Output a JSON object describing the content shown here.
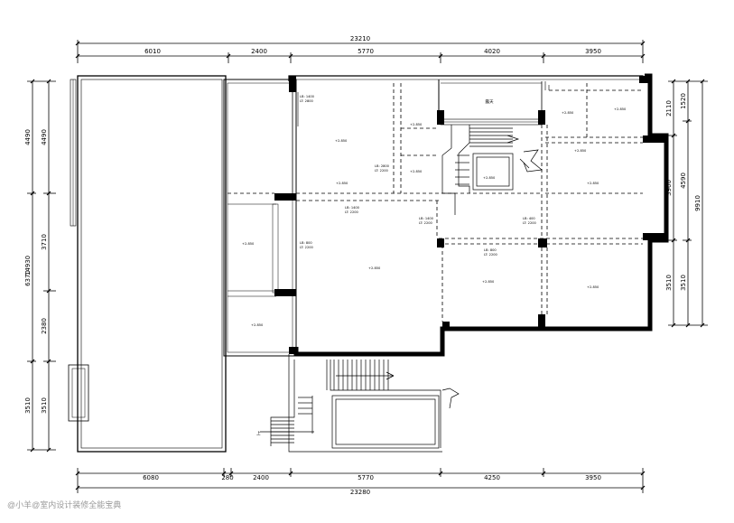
{
  "dimensions": {
    "top_total": "23210",
    "top": [
      "6010",
      "2400",
      "5770",
      "4020",
      "3950"
    ],
    "bottom_total": "23280",
    "bottom": [
      "6080",
      "280",
      "2400",
      "5770",
      "4250",
      "3950"
    ],
    "left_total": "14930",
    "left_outer": [
      "4490",
      "6370",
      "3510"
    ],
    "left_inner": [
      "4490",
      "3710",
      "2380",
      "3510"
    ],
    "right_outer": [
      "2110",
      "3960",
      "3510"
    ],
    "right_inner": [
      "1520",
      "4590",
      "3510"
    ],
    "right_total": "9910"
  },
  "room_labels": {
    "top_room": "露天",
    "stair_up": "上"
  },
  "levels": {
    "a": "+2.850",
    "b": "+2.850",
    "c": "+2.850",
    "d": "+2.850",
    "e": "+2.850",
    "f": "+2.850",
    "g": "+2.850",
    "h": "+2.850",
    "i": "+2.850",
    "j": "+2.850",
    "k": "+2.850",
    "l": "+2.850",
    "m": "+2.850",
    "n": "+2.850"
  },
  "beams": {
    "b1a": "LB: 1400",
    "b1b": "LT: 2800",
    "b2a": "LB: 2800",
    "b2b": "LT: 2200",
    "b3a": "LB: 1400",
    "b3b": "LT: 2200",
    "b4a": "LB: 1400",
    "b4b": "LT: 2200",
    "b5a": "LB: 800",
    "b5b": "LT: 2200",
    "b6a": "LB: 400",
    "b6b": "LT: 2200",
    "b7a": "LB: 800",
    "b7b": "LT: 2200"
  },
  "watermark": "@小羊@室内设计装修全能宝典"
}
